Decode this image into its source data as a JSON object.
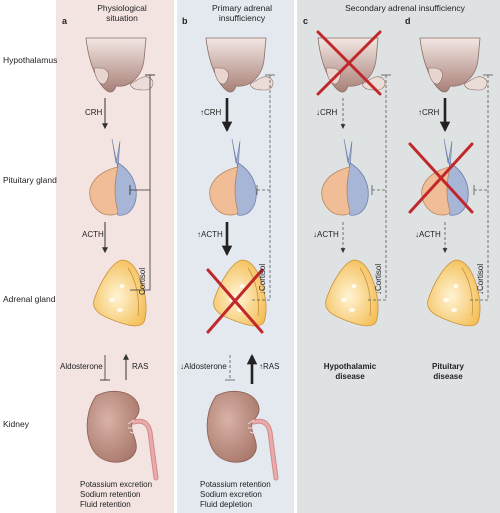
{
  "panels": {
    "a": {
      "letter": "a",
      "title": [
        "Physiological",
        "situation"
      ],
      "bg": "#f3e4e2"
    },
    "b": {
      "letter": "b",
      "title": [
        "Primary adrenal",
        "insufficiency"
      ],
      "bg": "#e4e8ef"
    },
    "cd": {
      "title": "Secondary adrenal insufficiency",
      "bg": "#dfe2e3"
    },
    "c": {
      "letter": "c"
    },
    "d": {
      "letter": "d"
    }
  },
  "rows": {
    "hypothalamus": "Hypothalamus",
    "pituitary": "Pituitary gland",
    "adrenal": "Adrenal gland",
    "kidney": "Kidney"
  },
  "labels": {
    "a": {
      "crh": "CRH",
      "acth": "ACTH",
      "cortisol": "Cortisol",
      "aldosterone": "Aldosterone",
      "ras": "RAS",
      "effects": [
        "Potassium excretion",
        "Sodium retention",
        "Fluid retention"
      ]
    },
    "b": {
      "crh": "↑CRH",
      "acth": "↑ACTH",
      "cortisol": "↓Cortisol",
      "aldosterone": "↓Aldosterone",
      "ras": "↑RAS",
      "effects": [
        "Potassium retention",
        "Sodium excretion",
        "Fluid depletion"
      ]
    },
    "c": {
      "crh": "↓CRH",
      "acth": "↓ACTH",
      "cortisol": "↓Cortisol",
      "disease": [
        "Hypothalamic",
        "disease"
      ]
    },
    "d": {
      "crh": "↑CRH",
      "acth": "↓ACTH",
      "cortisol": "↓Cortisol",
      "disease": [
        "Pituitary",
        "disease"
      ]
    }
  },
  "colors": {
    "hypothalamus": "#bc9a92",
    "pituitary_anterior": "#f0bd97",
    "pituitary_posterior": "#a7b5d6",
    "adrenal": "#f7c96c",
    "kidney": "#b68577",
    "cross": "#c0282b",
    "line": "#333333"
  }
}
